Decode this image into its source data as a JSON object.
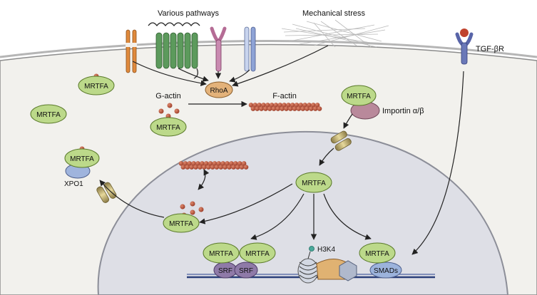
{
  "labels": {
    "various_pathways": "Various pathways",
    "mechanical_stress": "Mechanical stress",
    "tgf_beta_r": "TGF-βR",
    "g_actin": "G-actin",
    "f_actin": "F-actin",
    "rhoa": "RhoA",
    "importin": "Importin α/β",
    "xpo1": "XPO1",
    "h3k4": "H3K4",
    "mrtfa": "MRTFA",
    "srf": "SRF",
    "smads": "SMADs"
  },
  "colors": {
    "cytoplasm": "#f2f1ed",
    "nucleus": "#dedfe6",
    "mrtfa_fill": "#bcd98a",
    "rhoa_fill": "#e3b27a",
    "importin_fill": "#b9899b",
    "xpo1_fill": "#9fb4dd",
    "srf_fill": "#8f7aa8",
    "smads_fill": "#9cb3dc",
    "actin_bead": "#b04b34",
    "pore": "#d9c98f"
  }
}
